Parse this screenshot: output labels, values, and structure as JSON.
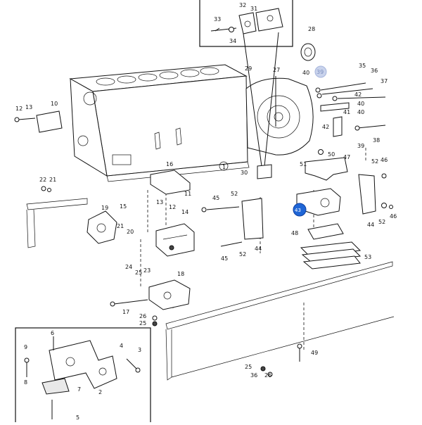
{
  "callouts": [
    {
      "id": "c33",
      "text": "33"
    },
    {
      "id": "c32",
      "text": "32"
    },
    {
      "id": "c31",
      "text": "31"
    },
    {
      "id": "c34",
      "text": "34"
    },
    {
      "id": "c28",
      "text": "28"
    },
    {
      "id": "c29",
      "text": "29"
    },
    {
      "id": "c27",
      "text": "27"
    },
    {
      "id": "c40",
      "text": "40"
    },
    {
      "id": "c39",
      "text": "39"
    },
    {
      "id": "c35",
      "text": "35"
    },
    {
      "id": "c36",
      "text": "36"
    },
    {
      "id": "c37",
      "text": "37"
    },
    {
      "id": "c41",
      "text": "41"
    },
    {
      "id": "c42",
      "text": "42"
    },
    {
      "id": "c40b",
      "text": "40"
    },
    {
      "id": "c42b",
      "text": "42"
    },
    {
      "id": "c40c",
      "text": "40"
    },
    {
      "id": "c39b",
      "text": "39"
    },
    {
      "id": "c38",
      "text": "38"
    },
    {
      "id": "c12",
      "text": "12"
    },
    {
      "id": "c13",
      "text": "13"
    },
    {
      "id": "c10",
      "text": "10"
    },
    {
      "id": "c1",
      "text": "1"
    },
    {
      "id": "c30",
      "text": "30"
    },
    {
      "id": "c50",
      "text": "50"
    },
    {
      "id": "c51",
      "text": "51"
    },
    {
      "id": "c47",
      "text": "47"
    },
    {
      "id": "c52",
      "text": "52"
    },
    {
      "id": "c46",
      "text": "46"
    },
    {
      "id": "c22",
      "text": "22"
    },
    {
      "id": "c21",
      "text": "21"
    },
    {
      "id": "c16",
      "text": "16"
    },
    {
      "id": "c11",
      "text": "11"
    },
    {
      "id": "c15",
      "text": "15"
    },
    {
      "id": "c19",
      "text": "19"
    },
    {
      "id": "c13b",
      "text": "13"
    },
    {
      "id": "c12b",
      "text": "12"
    },
    {
      "id": "c14",
      "text": "14"
    },
    {
      "id": "c45",
      "text": "45"
    },
    {
      "id": "c52b",
      "text": "52"
    },
    {
      "id": "c43",
      "text": "43"
    },
    {
      "id": "c44",
      "text": "44"
    },
    {
      "id": "c52c",
      "text": "52"
    },
    {
      "id": "c46b",
      "text": "46"
    },
    {
      "id": "c48",
      "text": "48"
    },
    {
      "id": "c53",
      "text": "53"
    },
    {
      "id": "c44b",
      "text": "44"
    },
    {
      "id": "c45b",
      "text": "45"
    },
    {
      "id": "c52d",
      "text": "52"
    },
    {
      "id": "c21b",
      "text": "21"
    },
    {
      "id": "c20",
      "text": "20"
    },
    {
      "id": "c24",
      "text": "24"
    },
    {
      "id": "c25",
      "text": "25"
    },
    {
      "id": "c23",
      "text": "23"
    },
    {
      "id": "c18",
      "text": "18"
    },
    {
      "id": "c17",
      "text": "17"
    },
    {
      "id": "c26",
      "text": "26"
    },
    {
      "id": "c25b",
      "text": "25"
    },
    {
      "id": "c49",
      "text": "49"
    },
    {
      "id": "c25c",
      "text": "25"
    },
    {
      "id": "c36b",
      "text": "36"
    },
    {
      "id": "c26b",
      "text": "26"
    },
    {
      "id": "c6",
      "text": "6"
    },
    {
      "id": "c9",
      "text": "9"
    },
    {
      "id": "c4",
      "text": "4"
    },
    {
      "id": "c3",
      "text": "3"
    },
    {
      "id": "c8",
      "text": "8"
    },
    {
      "id": "c7",
      "text": "7"
    },
    {
      "id": "c2",
      "text": "2"
    },
    {
      "id": "c5",
      "text": "5"
    }
  ],
  "highlight": {
    "selected_label": "43",
    "faint_label": "39",
    "selected_color": "#1f66d6",
    "faint_color": "#c9d3ec"
  }
}
